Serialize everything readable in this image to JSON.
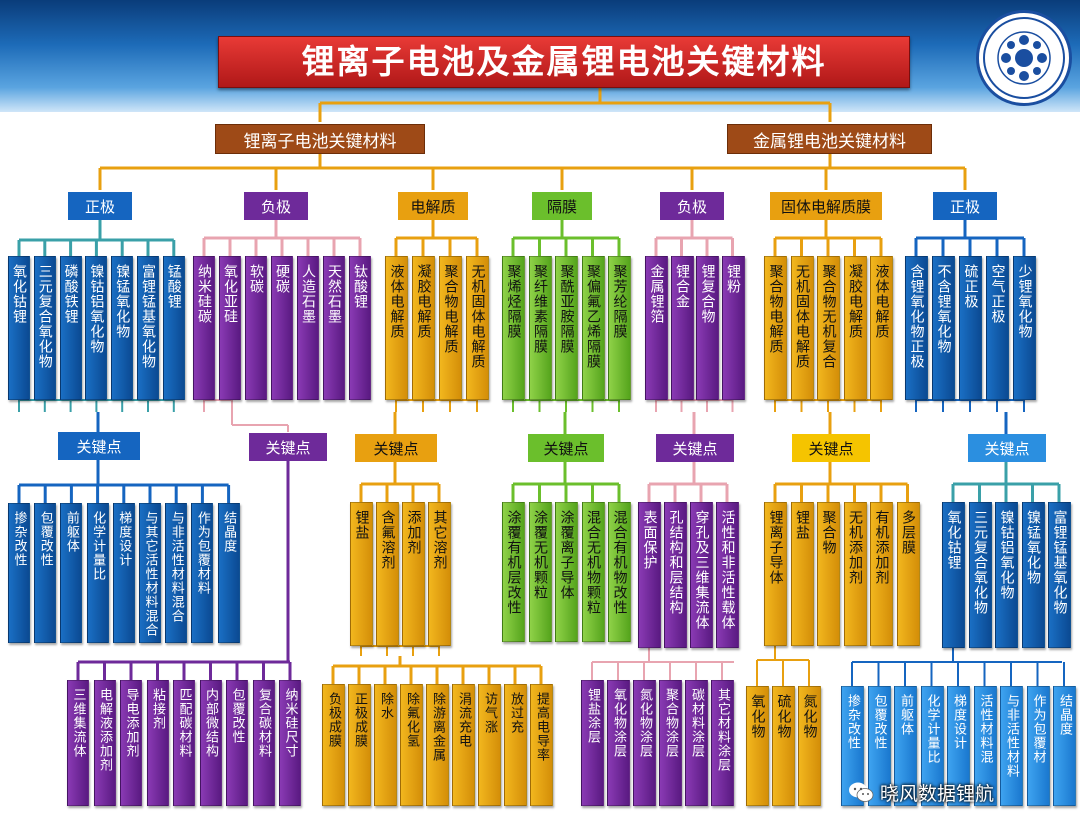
{
  "title": "锂离子电池及金属锂电池关键材料",
  "watermark": "晓风数据锂航",
  "colors": {
    "blue": "#1565c0",
    "purple": "#6e2a9a",
    "gold": "#e8a010",
    "green": "#6bbf2c",
    "brown": "#9e4a17",
    "light_blue": "#2b8fe0"
  },
  "icons": [
    "academy-logo-icon",
    "wechat-icon"
  ],
  "branches": [
    {
      "label": "锂离子电池关键材料",
      "categories": [
        {
          "label": "正极",
          "items": [
            "氧化钴锂",
            "三元复合氧化物",
            "磷酸铁锂",
            "镍钴铝氧化物",
            "镍锰氧化物",
            "富锂锰基氧化物",
            "锰酸锂"
          ],
          "key_label": "关键点",
          "keys": [
            "掺杂改性",
            "包覆改性",
            "前躯体",
            "化学计量比",
            "梯度设计",
            "与其它活性材料混合",
            "与非活性材料混合",
            "作为包覆材料",
            "结晶度"
          ]
        },
        {
          "label": "负极",
          "items": [
            "纳米硅碳",
            "氧化亚硅",
            "软碳",
            "硬碳",
            "人造石墨",
            "天然石墨",
            "钛酸锂"
          ],
          "key_label": "关键点",
          "keys": [
            "三维集流体",
            "电解液添加剂",
            "导电添加剂",
            "粘接剂",
            "匹配碳材料",
            "内部微结构",
            "包覆改性",
            "复合碳材料",
            "纳米硅尺寸"
          ]
        },
        {
          "label": "电解质",
          "items": [
            "液体电解质",
            "凝胶电解质",
            "聚合物电解质",
            "无机固体电解质"
          ],
          "key_label": "关键点",
          "keys": [
            "锂盐",
            "含氟溶剂",
            "添加剂",
            "其它溶剂"
          ],
          "keys2": [
            "负极成膜",
            "正极成膜",
            "除水",
            "除氟化氢",
            "除游离金属",
            "涓流充电",
            "访气涨",
            "放过充",
            "提高电导率"
          ]
        },
        {
          "label": "隔膜",
          "items": [
            "聚烯烃隔膜",
            "聚纤维素隔膜",
            "聚酰亚胺隔膜",
            "聚偏氟乙烯隔膜",
            "聚芳纶隔膜"
          ],
          "key_label": "关键点",
          "keys": [
            "涂覆有机层改性",
            "涂覆无机颗粒",
            "涂覆离子导体",
            "混合无机物颗粒",
            "混合有机物改性"
          ]
        }
      ]
    },
    {
      "label": "金属锂电池关键材料",
      "categories": [
        {
          "label": "负极",
          "items": [
            "金属锂箔",
            "锂合金",
            "锂复合物",
            "锂粉"
          ],
          "key_label": "关键点",
          "keys": [
            "表面保护",
            "孔结构和层结构",
            "穿孔及三维集流体",
            "活性和非活性载体"
          ],
          "keys2": [
            "锂盐涂层",
            "氧化物涂层",
            "氮化物涂层",
            "聚合物涂层",
            "碳材料涂层",
            "其它材料涂层"
          ]
        },
        {
          "label": "固体电解质膜",
          "items": [
            "聚合物电解质",
            "无机固体电解质",
            "聚合物无机复合",
            "凝胶电解质",
            "液体电解质"
          ],
          "key_label": "关键点",
          "keys": [
            "锂离子导体",
            "锂盐",
            "聚合物",
            "无机添加剂",
            "有机添加剂",
            "多层膜"
          ],
          "keys2": [
            "氧化物",
            "硫化物",
            "氮化物"
          ]
        },
        {
          "label": "正极",
          "items": [
            "含锂氧化物正极",
            "不含锂氧化物",
            "硫正极",
            "空气正极",
            "少锂氧化物"
          ],
          "key_label": "关键点",
          "keys": [
            "氧化钴锂",
            "三元复合氧化物",
            "镍钴铝氧化物",
            "镍锰氧化物",
            "富锂锰基氧化物"
          ],
          "keys2": [
            "掺杂改性",
            "包覆改性",
            "前躯体",
            "化学计量比",
            "梯度设计",
            "活性材料混",
            "与非活性材料",
            "作为包覆材",
            "结晶度"
          ]
        }
      ]
    }
  ]
}
